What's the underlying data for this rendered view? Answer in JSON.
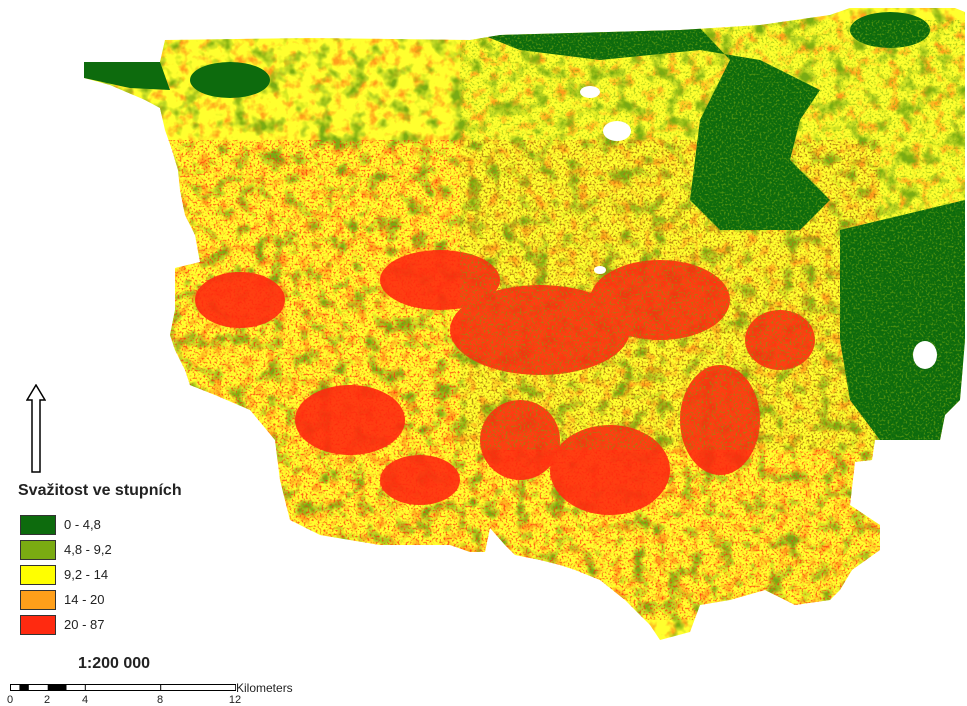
{
  "legend": {
    "title": "Svažitost ve stupních",
    "classes": [
      {
        "label": "0 - 4,8",
        "color": "#0d6b0d"
      },
      {
        "label": "4,8 - 9,2",
        "color": "#7aab12"
      },
      {
        "label": "9,2 - 14",
        "color": "#ffff00"
      },
      {
        "label": "14 - 20",
        "color": "#ff9f1a"
      },
      {
        "label": "20 - 87",
        "color": "#ff2a10"
      }
    ]
  },
  "scale": {
    "ratio": "1:200 000",
    "unit": "Kilometers",
    "ticks": [
      "0",
      "2",
      "4",
      "8",
      "12"
    ]
  },
  "icons": {
    "north_arrow": "north-arrow-icon"
  }
}
